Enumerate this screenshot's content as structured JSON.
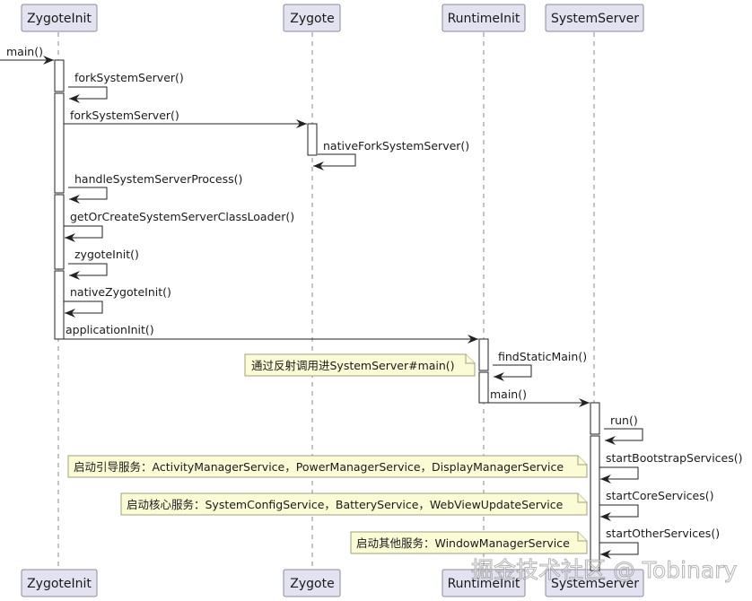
{
  "diagram": {
    "type": "sequence",
    "participants": [
      {
        "id": "zygoteinit",
        "label": "ZygoteInit"
      },
      {
        "id": "zygote",
        "label": "Zygote"
      },
      {
        "id": "runtimeinit",
        "label": "RuntimeInit"
      },
      {
        "id": "systemserver",
        "label": "SystemServer"
      }
    ],
    "messages": [
      {
        "from": "external",
        "to": "zygoteinit",
        "label": "main()"
      },
      {
        "from": "zygoteinit",
        "to": "zygoteinit",
        "label": "forkSystemServer()"
      },
      {
        "from": "zygoteinit",
        "to": "zygote",
        "label": "forkSystemServer()"
      },
      {
        "from": "zygote",
        "to": "zygote",
        "label": "nativeForkSystemServer()"
      },
      {
        "from": "zygoteinit",
        "to": "zygoteinit",
        "label": "handleSystemServerProcess()"
      },
      {
        "from": "zygoteinit",
        "to": "zygoteinit",
        "label": "getOrCreateSystemServerClassLoader()"
      },
      {
        "from": "zygoteinit",
        "to": "zygoteinit",
        "label": "zygoteInit()"
      },
      {
        "from": "zygoteinit",
        "to": "zygoteinit",
        "label": "nativeZygoteInit()"
      },
      {
        "from": "zygoteinit",
        "to": "runtimeinit",
        "label": "applicationInit()"
      },
      {
        "from": "runtimeinit",
        "to": "runtimeinit",
        "label": "findStaticMain()"
      },
      {
        "from": "runtimeinit",
        "to": "systemserver",
        "label": "main()"
      },
      {
        "from": "systemserver",
        "to": "systemserver",
        "label": "run()"
      },
      {
        "from": "systemserver",
        "to": "systemserver",
        "label": "startBootstrapServices()"
      },
      {
        "from": "systemserver",
        "to": "systemserver",
        "label": "startCoreServices()"
      },
      {
        "from": "systemserver",
        "to": "systemserver",
        "label": "startOtherServices()"
      }
    ],
    "notes": [
      {
        "text": "通过反射调用进SystemServer#main()"
      },
      {
        "text": "启动引导服务：ActivityManagerService，PowerManagerService，DisplayManagerService"
      },
      {
        "text": "启动核心服务：SystemConfigService，BatteryService，WebViewUpdateService"
      },
      {
        "text": "启动其他服务：WindowManagerService"
      }
    ]
  },
  "watermark": "掘金技术社区 @ Tobinary"
}
